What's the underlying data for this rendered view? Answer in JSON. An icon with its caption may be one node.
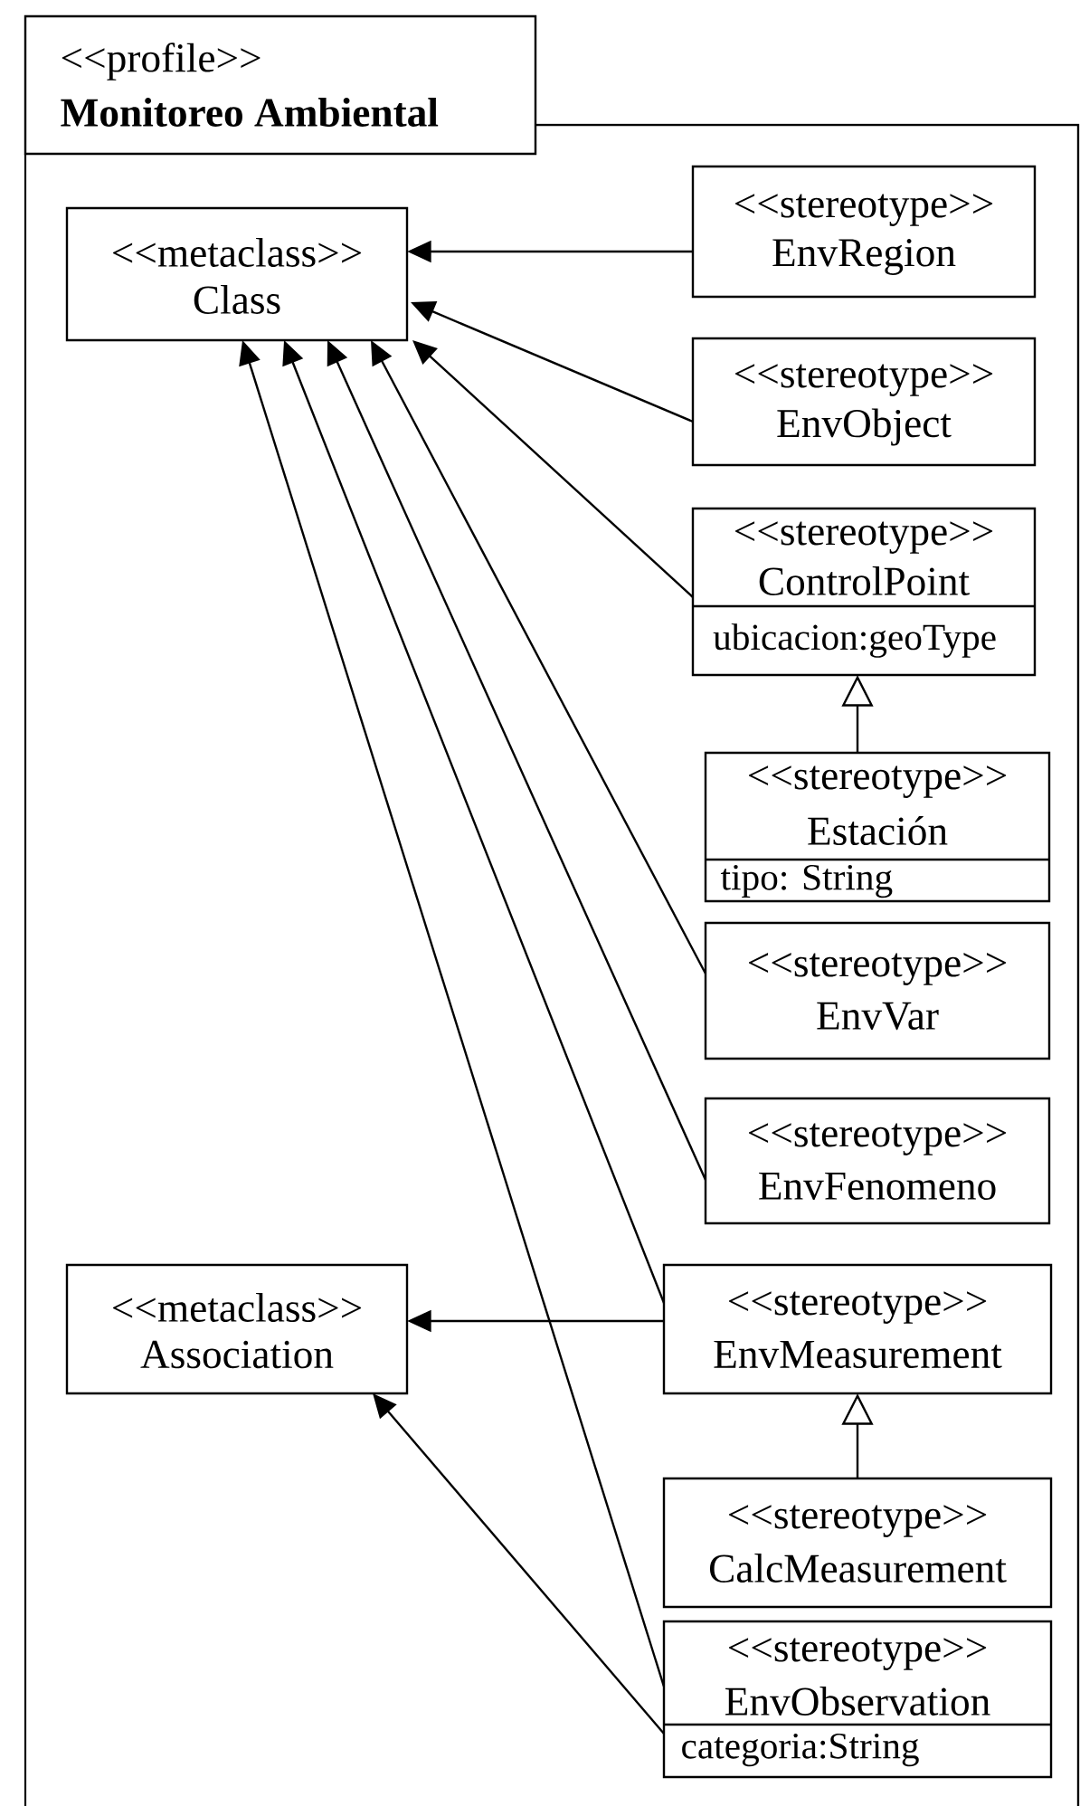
{
  "diagram": {
    "nodes": [
      {
        "text": [
          "<<profile>>",
          "Monitoreo Ambiental"
        ]
      },
      {
        "text": [
          "<<metaclass>>",
          "Class"
        ],
        "in": 0
      },
      {
        "text": [
          "<<stereotype>>",
          "EnvRegion"
        ],
        "in": 0
      },
      {
        "text": [
          "<<stereotype>>",
          "EnvObject"
        ],
        "in": 0
      },
      {
        "text": [
          "<<stereotype>>",
          "ControlPoint",
          "ubicacion:geoType"
        ],
        "in": 0
      },
      {
        "text": [
          "<<stereotype>>",
          "Estación",
          "tipo: String"
        ],
        "in": 0
      },
      {
        "text": [
          "<<stereotype>>",
          "EnvVar"
        ],
        "in": 0
      },
      {
        "text": [
          "<<stereotype>>",
          "EnvFenomeno"
        ],
        "in": 0
      },
      {
        "text": [
          "<<metaclass>>",
          "Association"
        ],
        "in": 0
      },
      {
        "text": [
          "<<stereotype>>",
          "EnvMeasurement"
        ],
        "in": 0
      },
      {
        "text": [
          "<<stereotype>>",
          "CalcMeasurement"
        ],
        "in": 0
      },
      {
        "text": [
          "<<stereotype>>",
          "EnvObservation",
          "categoria:String"
        ],
        "in": 0
      }
    ],
    "edges": [
      {
        "from": 2,
        "to": 1,
        "arrow": "to"
      },
      {
        "from": 3,
        "to": 1,
        "arrow": "to"
      },
      {
        "from": 4,
        "to": 1,
        "arrow": "to"
      },
      {
        "from": 6,
        "to": 1,
        "arrow": "to"
      },
      {
        "from": 7,
        "to": 1,
        "arrow": "to"
      },
      {
        "from": 9,
        "to": 1,
        "arrow": "to"
      },
      {
        "from": 11,
        "to": 1,
        "arrow": "to"
      },
      {
        "from": 9,
        "to": 8,
        "arrow": "to"
      },
      {
        "from": 11,
        "to": 8,
        "arrow": "to"
      },
      {
        "from": 5,
        "to": 4,
        "arrow": "to"
      },
      {
        "from": 10,
        "to": 9,
        "arrow": "to"
      }
    ]
  }
}
